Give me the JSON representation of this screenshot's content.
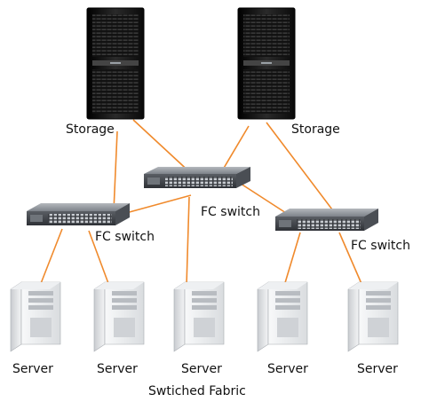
{
  "labels": {
    "storage_left": "Storage",
    "storage_right": "Storage",
    "switch_left": "FC switch",
    "switch_center": "FC switch",
    "switch_right": "FC switch",
    "server_1": "Server",
    "server_2": "Server",
    "server_3": "Server",
    "server_4": "Server",
    "server_5": "Server"
  },
  "caption": "Swtiched Fabric",
  "colors": {
    "link": "#f08a2c",
    "tower_dark": "#1a1a1a",
    "switch_body": "#8a8f96",
    "server_body": "#e6e8ea"
  }
}
